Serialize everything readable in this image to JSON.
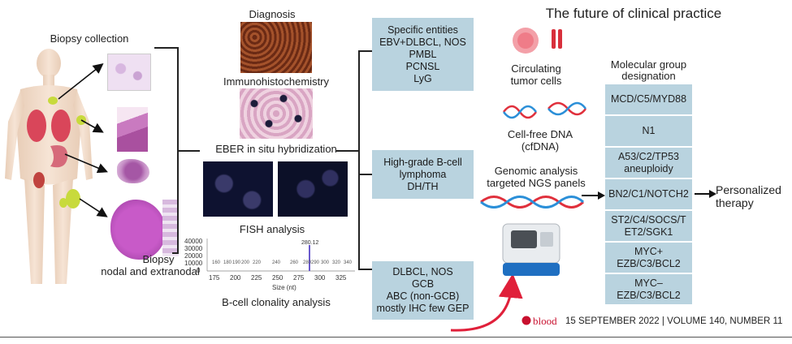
{
  "title": "The future of clinical practice",
  "left": {
    "biopsy_collection": "Biopsy collection",
    "biopsy_line1": "Biopsy",
    "biopsy_line2": "nodal and extranodal"
  },
  "middle": {
    "diagnosis": "Diagnosis",
    "ihc": "Immunohistochemistry",
    "eber": "EBER in situ hybridization",
    "fish": "FISH analysis",
    "clonality": "B-cell clonality analysis",
    "chart": {
      "y_ticks": [
        "40000",
        "30000",
        "20000",
        "10000",
        "0"
      ],
      "x_ticks": [
        "175",
        "200",
        "225",
        "250",
        "275",
        "300",
        "325"
      ],
      "xlabel": "Size (nt)",
      "peak_label": "280.12",
      "marker_labels": [
        "160",
        "180",
        "190",
        "200",
        "220",
        "240",
        "260",
        "280",
        "290",
        "300",
        "320",
        "340"
      ]
    }
  },
  "entities": {
    "box1": [
      "Specific entities",
      "EBV+DLBCL, NOS",
      "PMBL",
      "PCNSL",
      "LyG"
    ],
    "box2": [
      "High-grade B-cell",
      "lymphoma",
      "DH/TH"
    ],
    "box3": [
      "DLBCL, NOS",
      "GCB",
      "ABC (non-GCB)",
      "mostly IHC few GEP"
    ]
  },
  "future": {
    "ctc_line1": "Circulating",
    "ctc_line2": "tumor cells",
    "cfdna_line1": "Cell-free DNA",
    "cfdna_line2": "(cfDNA)",
    "ngs_line1": "Genomic analysis",
    "ngs_line2": "targeted NGS panels"
  },
  "molecular": {
    "header_line1": "Molecular group",
    "header_line2": "designation",
    "groups": [
      "MCD/C5/MYD88",
      "N1",
      "A53/C2/TP53 aneuploidy",
      "BN2/C1/NOTCH2",
      "ST2/C4/SOCS/TET2/SGK1",
      "MYC+ EZB/C3/BCL2",
      "MYC– EZB/C3/BCL2"
    ]
  },
  "outcome": {
    "line1": "Personalized",
    "line2": "therapy"
  },
  "footer": {
    "journal": "blood",
    "citation": "15 SEPTEMBER 2022 | VOLUME 140, NUMBER 11"
  },
  "colors": {
    "box_fill": "#b9d3df",
    "arrow_red": "#e0203a",
    "tissue_purple": "#b855b8",
    "ihc_brown": "#8a3b20"
  }
}
